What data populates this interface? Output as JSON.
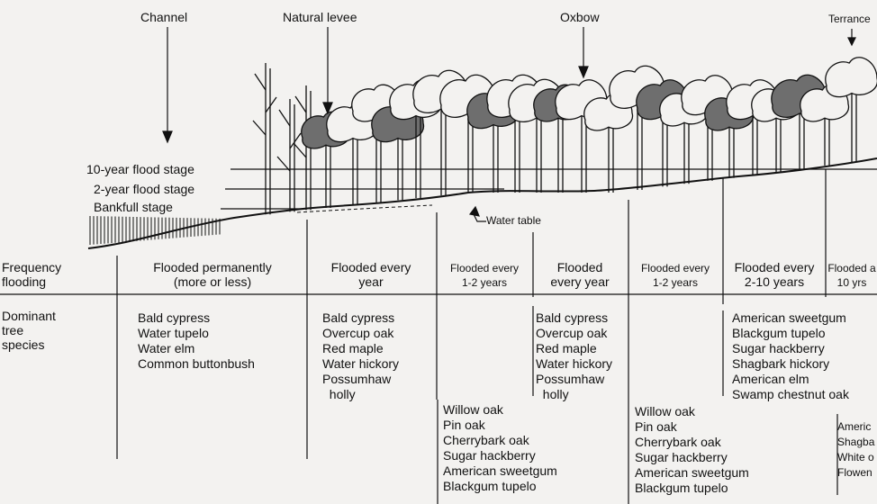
{
  "feature_labels": {
    "channel": "Channel",
    "natural_levee": "Natural levee",
    "oxbow": "Oxbow",
    "terrace": "Terrance"
  },
  "stage_labels": {
    "ten_year": "10-year flood stage",
    "two_year": "2-year flood stage",
    "bankfull": "Bankfull stage",
    "water_table": "Water table"
  },
  "row_headers": {
    "frequency": "Frequency\nflooding",
    "species": "Dominant\ntree\nspecies"
  },
  "flooding": [
    "Flooded permanently\n(more or less)",
    "Flooded every\nyear",
    "Flooded every\n1-2 years",
    "Flooded\nevery year",
    "Flooded every\n1-2 years",
    "Flooded every\n2-10 years",
    "Flooded a\n10 yrs"
  ],
  "species": [
    "Bald cypress\nWater tupelo\nWater elm\nCommon buttonbush",
    "Bald cypress\nOvercup oak\nRed maple\nWater hickory\nPossumhaw\n  holly",
    "Willow oak\nPin oak\nCherrybark oak\nSugar hackberry\nAmerican sweetgum\nBlackgum tupelo",
    "Bald cypress\nOvercup oak\nRed maple\nWater hickory\nPossumhaw\n  holly",
    "Willow oak\nPin oak\nCherrybark oak\nSugar hackberry\nAmerican sweetgum\nBlackgum tupelo",
    "American sweetgum\nBlackgum tupelo\nSugar hackberry\nShagbark hickory\nAmerican elm\nSwamp chestnut oak",
    "Americ\nShagba\nWhite o\nFlowen"
  ]
}
